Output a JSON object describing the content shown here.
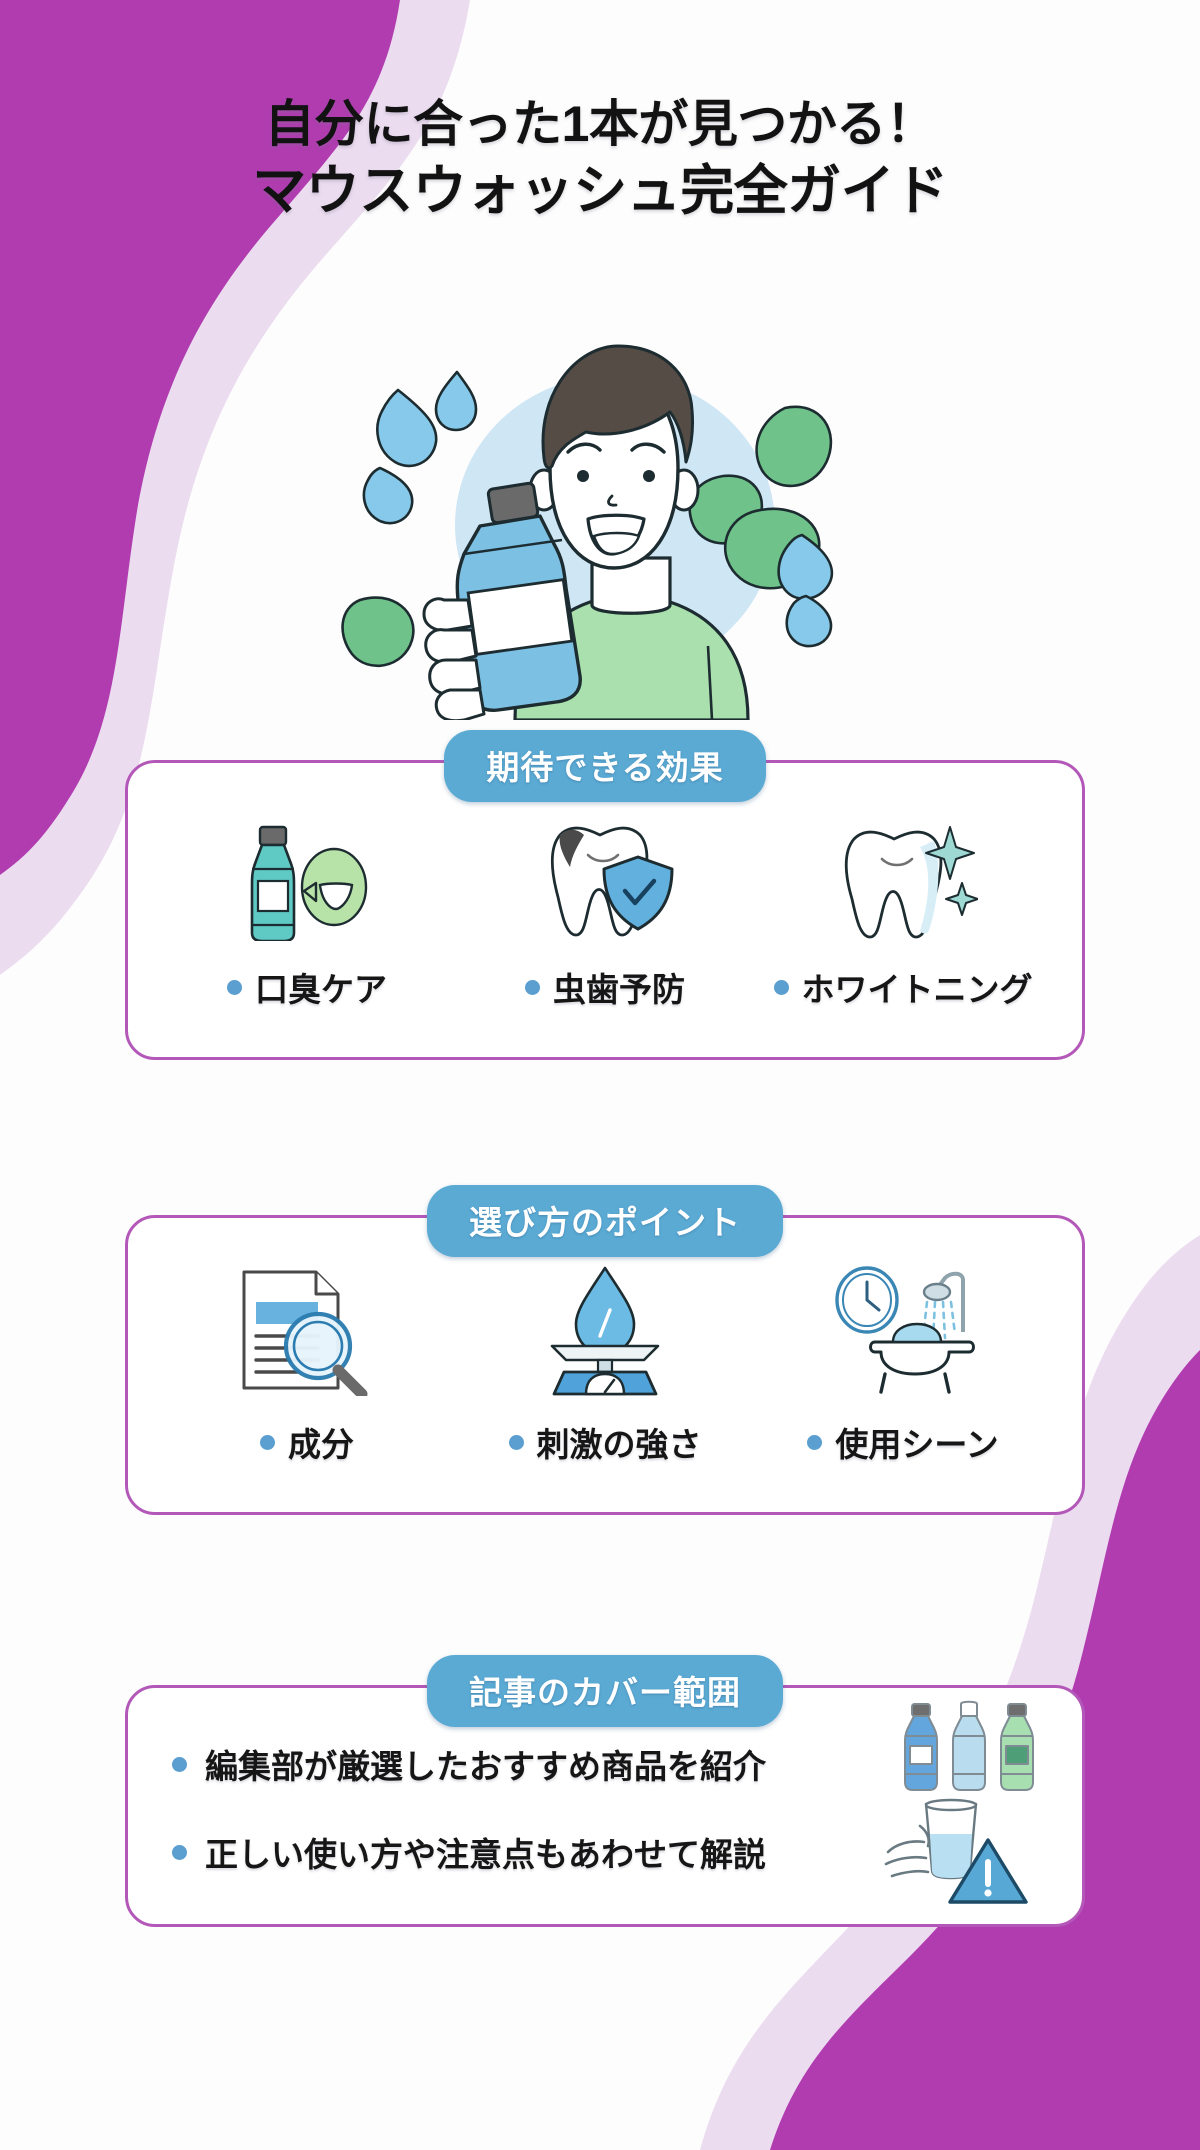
{
  "page": {
    "title_line1": "自分に合った1本が見つかる！",
    "title_line2": "マウスウォッシュ完全ガイド"
  },
  "colors": {
    "accent_purple": "#b03cb0",
    "accent_purple_light": "#e9d7ee",
    "badge_blue": "#5aaad4",
    "card_border": "#b358b8",
    "bullet_dot": "#5a9fd0",
    "text_dark": "#161616",
    "hero_circle": "#cfe6f5",
    "shirt_green": "#a9e0ad",
    "bottle_blue": "#7cc0e4",
    "leaf_green": "#6ec28a",
    "drop_blue": "#86c9ea"
  },
  "hero": {
    "icon": "person-holding-mouthwash-illustration",
    "alt": "笑顔の男性がマウスウォッシュのボトルを持っているイラスト"
  },
  "sections": [
    {
      "badge": "期待できる効果",
      "kind": "icon-grid",
      "items": [
        {
          "label": "口臭ケア",
          "icon": "mouthwash-bottle-breath-icon"
        },
        {
          "label": "虫歯予防",
          "icon": "tooth-shield-icon"
        },
        {
          "label": "ホワイトニング",
          "icon": "tooth-sparkle-icon"
        }
      ]
    },
    {
      "badge": "選び方のポイント",
      "kind": "icon-grid",
      "items": [
        {
          "label": "成分",
          "icon": "document-magnifier-icon"
        },
        {
          "label": "刺激の強さ",
          "icon": "droplet-scale-icon"
        },
        {
          "label": "使用シーン",
          "icon": "clock-bathtub-shower-icon"
        }
      ]
    },
    {
      "badge": "記事のカバー範囲",
      "kind": "bullet-list",
      "bullets": [
        {
          "text": "編集部が厳選したおすすめ商品を紹介",
          "icon": "three-mouthwash-bottles-icon"
        },
        {
          "text": "正しい使い方や注意点もあわせて解説",
          "icon": "hand-cup-warning-icon"
        }
      ]
    }
  ]
}
